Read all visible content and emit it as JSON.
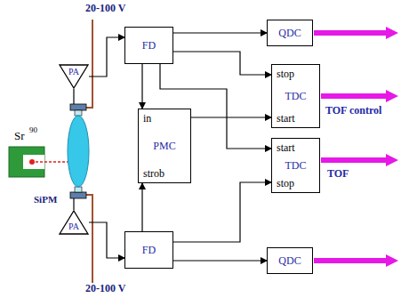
{
  "diagram": {
    "nodes": [
      {
        "text": [
          "QDC"
        ]
      },
      {
        "text": [
          "FD"
        ]
      },
      {
        "text": [
          "PA"
        ]
      },
      {
        "text": [
          "stop",
          "TDC",
          "start"
        ]
      },
      {
        "text": [
          "in",
          "PMC",
          "strob"
        ]
      },
      {
        "text": [
          "start",
          "TDC",
          "stop"
        ]
      },
      {
        "text": [
          "PA"
        ]
      },
      {
        "text": [
          "FD"
        ]
      },
      {
        "text": [
          "QDC"
        ]
      }
    ],
    "edges": [
      {
        "from": 2,
        "to": 1,
        "arrow": "to"
      },
      {
        "from": 1,
        "to": 0,
        "arrow": "to"
      },
      {
        "from": 1,
        "to": 3,
        "arrow": "to"
      },
      {
        "from": 1,
        "to": 5,
        "arrow": "to"
      },
      {
        "from": 1,
        "to": 4,
        "arrow": "to"
      },
      {
        "from": 4,
        "to": 3,
        "arrow": "to"
      },
      {
        "from": 6,
        "to": 7,
        "arrow": "to"
      },
      {
        "from": 7,
        "to": 8,
        "arrow": "to"
      },
      {
        "from": 7,
        "to": 5,
        "arrow": "to"
      },
      {
        "from": 7,
        "to": 4,
        "arrow": "to"
      }
    ],
    "labels": [
      "20-100 V",
      "Sr",
      "90",
      "SiPM",
      "TOF control",
      "TOF",
      "20-100 V"
    ]
  }
}
